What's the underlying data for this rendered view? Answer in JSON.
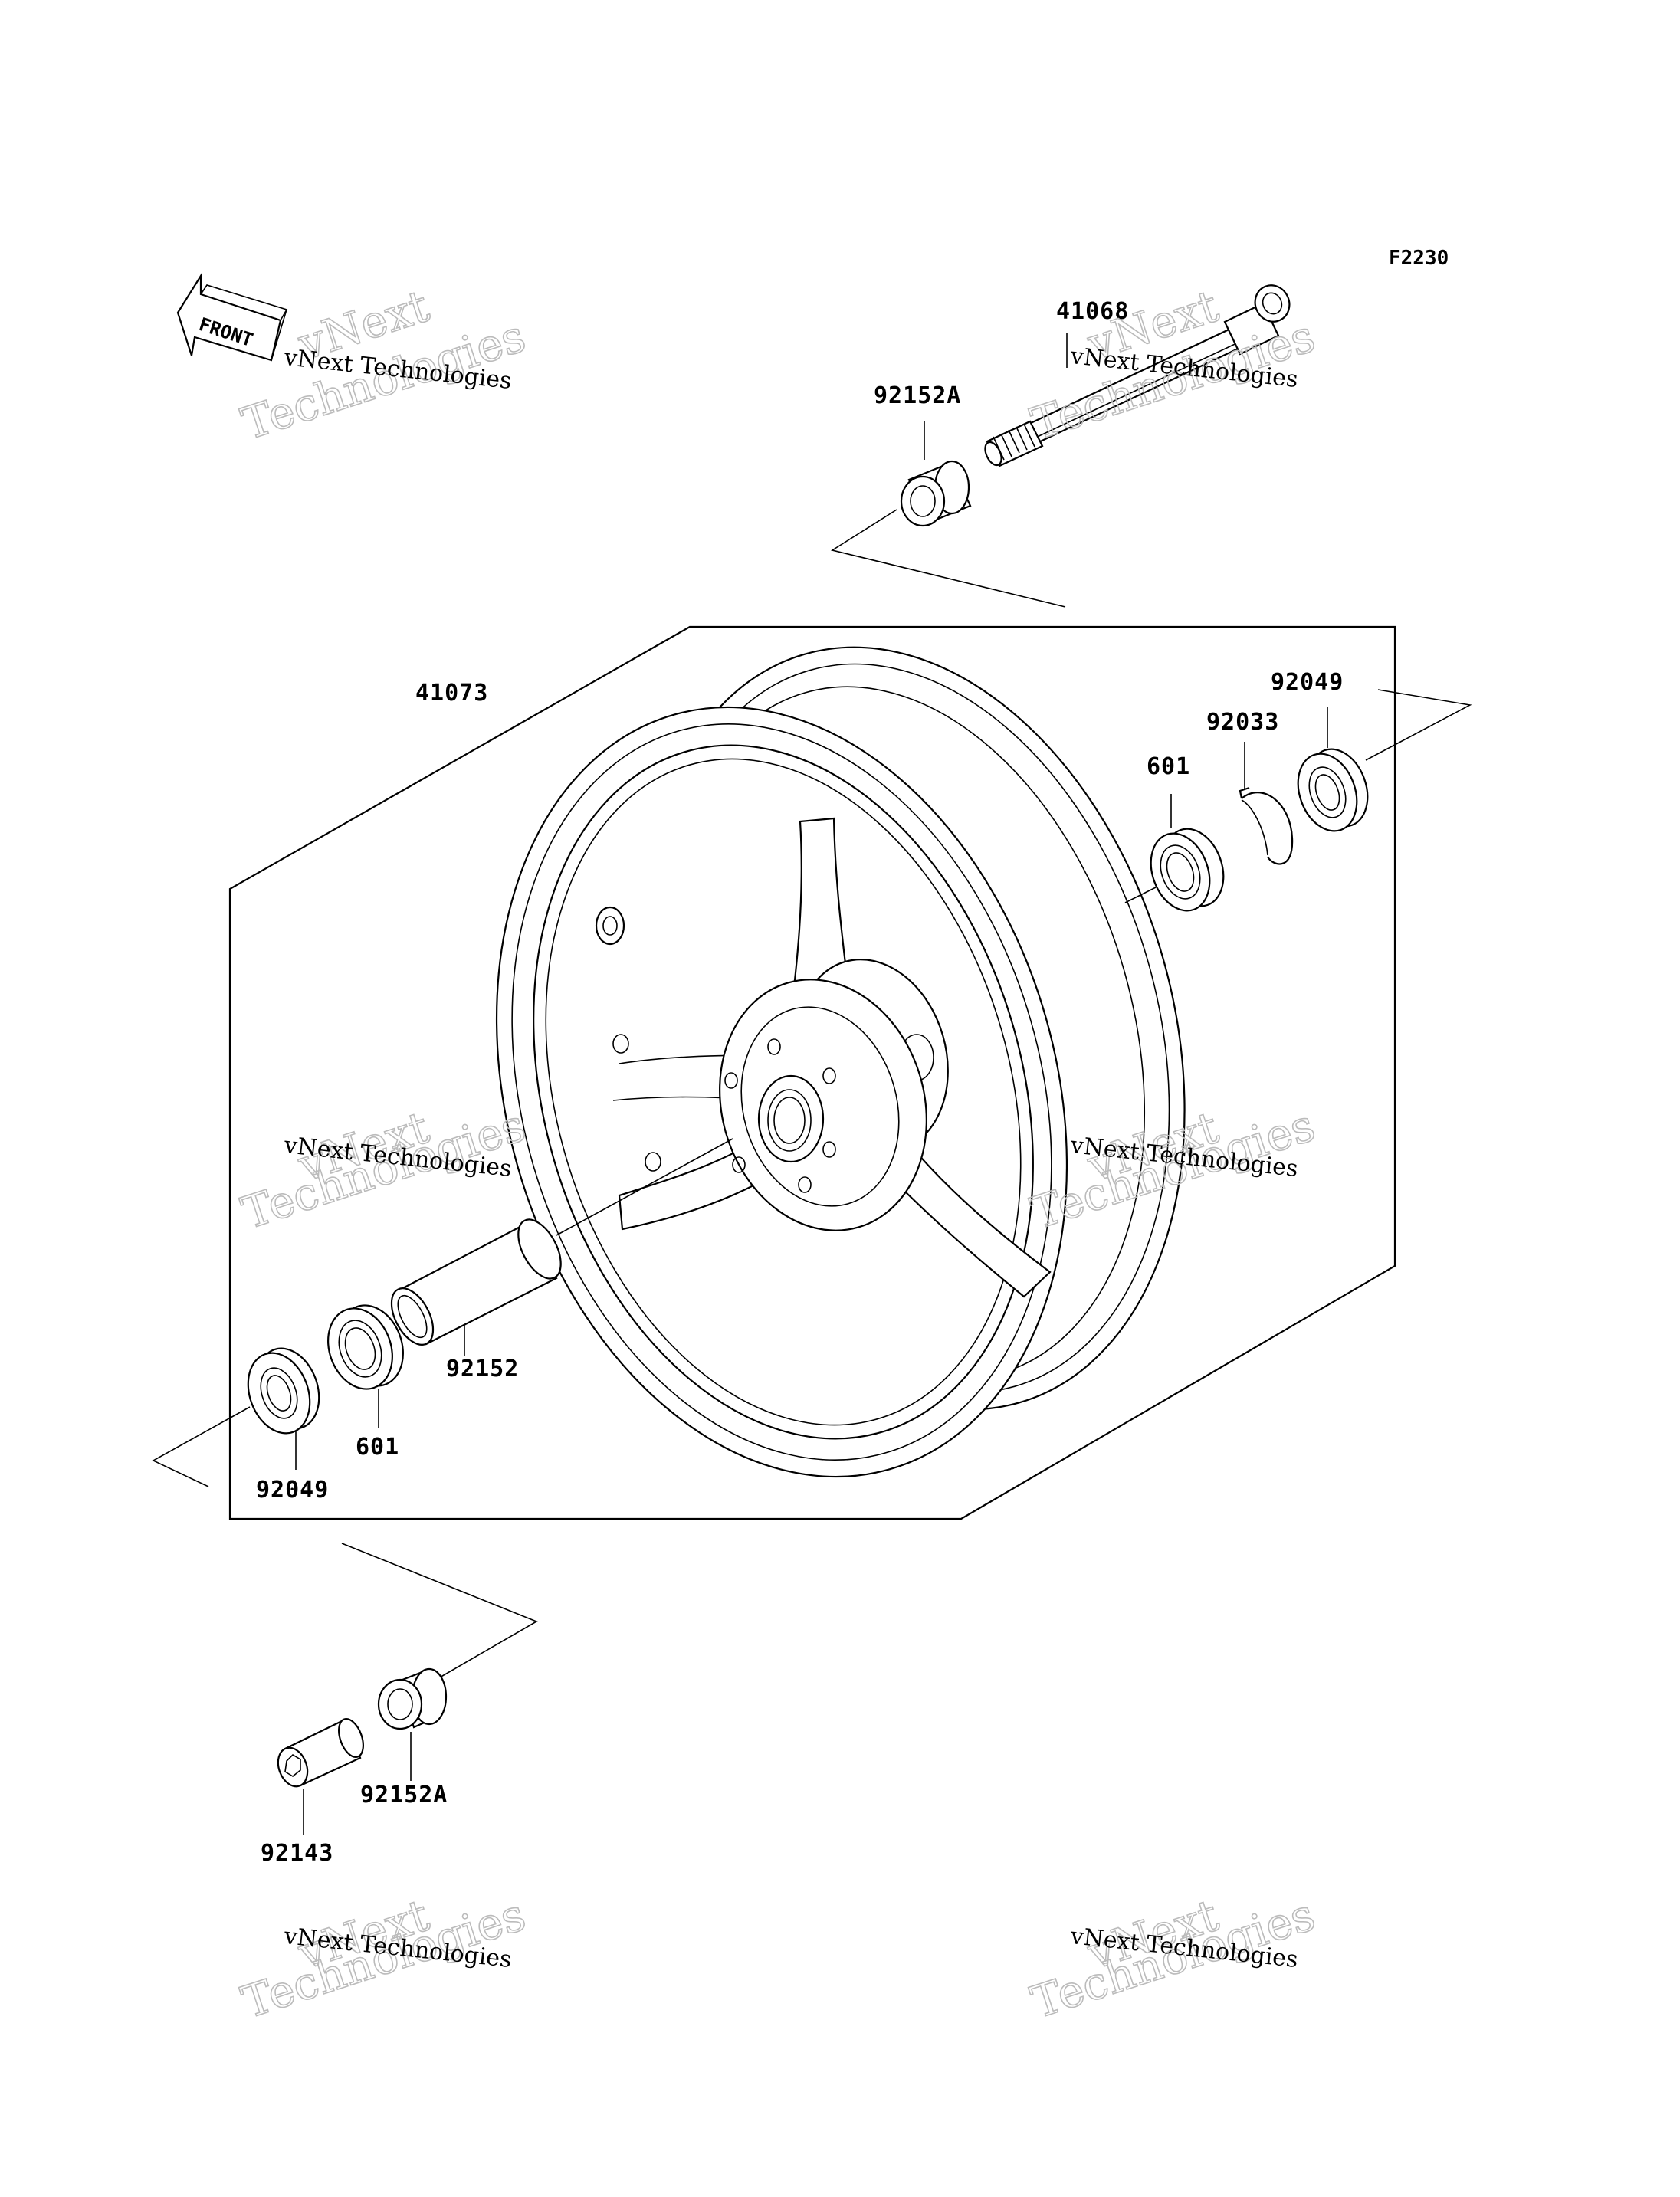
{
  "figure_code": "F2230",
  "front_label": "FRONT",
  "parts": {
    "axle": "41068",
    "collar_top": "92152A",
    "wheel": "41073",
    "seal_right": "92049",
    "circlip": "92033",
    "bearing_right": "601",
    "sleeve": "92152",
    "bearing_left": "601",
    "seal_left": "92049",
    "collar_bottom": "92152A",
    "bolt": "92143"
  },
  "watermark": {
    "company": "vNext Technologies",
    "big_line1": "vNext",
    "big_line2": "Technologies"
  }
}
